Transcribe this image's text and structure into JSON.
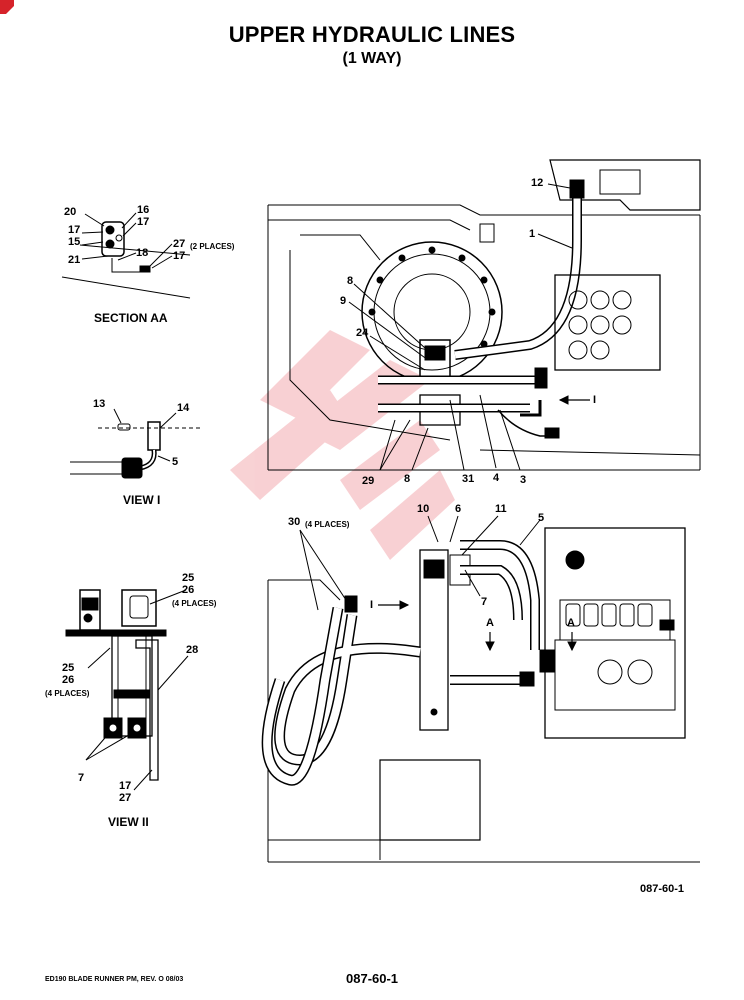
{
  "title": "UPPER HYDRAULIC LINES",
  "subtitle": "(1 WAY)",
  "views": {
    "section_aa": "SECTION AA",
    "view_i": "VIEW I",
    "view_ii": "VIEW II"
  },
  "callouts": {
    "c20": "20",
    "c16": "16",
    "c17a": "17",
    "c15": "15",
    "c18": "18",
    "c27a": "27",
    "c2places": "(2 PLACES)",
    "c17b": "17",
    "c21": "21",
    "c13": "13",
    "c14": "14",
    "c5a": "5",
    "c25a": "25",
    "c26a": "26",
    "c4placesA": "(4 PLACES)",
    "c28": "28",
    "c25b": "25",
    "c26b": "26",
    "c4placesB": "(4 PLACES)",
    "c7a": "7",
    "c17c": "17",
    "c27c": "27",
    "c12": "12",
    "c1": "1",
    "c8a": "8",
    "c9": "9",
    "c24": "24",
    "cI1": "I",
    "c29": "29",
    "c8b": "8",
    "c31": "31",
    "c4": "4",
    "c3": "3",
    "c30": "30",
    "c4placesC": "(4 PLACES)",
    "c10": "10",
    "c6": "6",
    "c11": "11",
    "c5b": "5",
    "cI2": "I",
    "c7b": "7",
    "cA1": "A",
    "cA2": "A"
  },
  "footer": {
    "figure_id": "087-60-1",
    "document": "ED190 BLADE RUNNER PM, REV. O 08/03",
    "page": "087-60-1"
  }
}
